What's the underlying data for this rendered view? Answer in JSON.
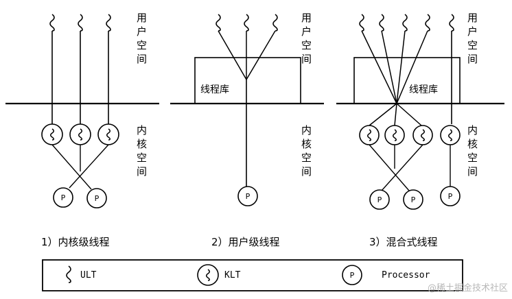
{
  "user_space_label": [
    "用",
    "户",
    "空",
    "间"
  ],
  "kernel_space_label": [
    "内",
    "核",
    "空",
    "间"
  ],
  "library_label": "线程库",
  "processor_glyph": "P",
  "captions": {
    "kernel": "1）内核级线程",
    "user": "2）用户级线程",
    "hybrid": "3）混合式线程"
  },
  "legend": {
    "ult": "ULT",
    "klt": "KLT",
    "processor": "Processor"
  },
  "watermark": "@稀土掘金技术社区",
  "icons": {
    "ult": "squiggle-icon",
    "klt": "circled-squiggle-icon",
    "processor": "circled-p-icon"
  },
  "colors": {
    "stroke": "#000000",
    "background": "#ffffff",
    "watermark": "#b8b8b8"
  }
}
